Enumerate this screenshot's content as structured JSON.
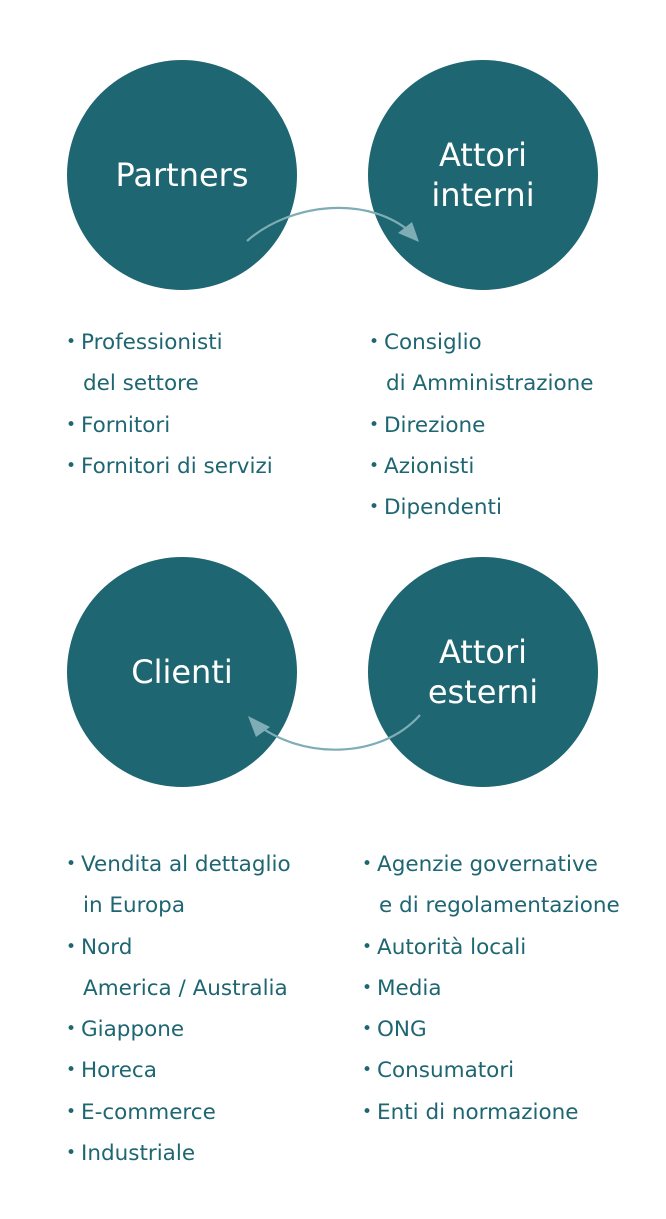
{
  "nodes": {
    "partners": {
      "lines": [
        "Partners"
      ]
    },
    "attori_interni": {
      "lines": [
        "Attori",
        "interni"
      ]
    },
    "clienti": {
      "lines": [
        "Clienti"
      ]
    },
    "attori_esterni": {
      "lines": [
        "Attori",
        "esterni"
      ]
    }
  },
  "lists": {
    "partners": [
      [
        "Professionisti",
        "del settore"
      ],
      [
        "Fornitori"
      ],
      [
        "Fornitori di servizi"
      ]
    ],
    "attori_interni": [
      [
        "Consiglio",
        "di Amministrazione"
      ],
      [
        "Direzione"
      ],
      [
        "Azionisti"
      ],
      [
        "Dipendenti"
      ]
    ],
    "clienti": [
      [
        "Vendita al dettaglio",
        "in Europa"
      ],
      [
        "Nord",
        "America / Australia"
      ],
      [
        "Giappone"
      ],
      [
        "Horeca"
      ],
      [
        "E-commerce"
      ],
      [
        "Industriale"
      ]
    ],
    "attori_esterni": [
      [
        "Agenzie governative",
        "e di regolamentazione"
      ],
      [
        "Autorità locali"
      ],
      [
        "Media"
      ],
      [
        "ONG"
      ],
      [
        "Consumatori"
      ],
      [
        "Enti di normazione"
      ]
    ]
  },
  "colors": {
    "circle": "#1e6671",
    "text": "#1e6671",
    "arrow": "#7fadb6"
  }
}
